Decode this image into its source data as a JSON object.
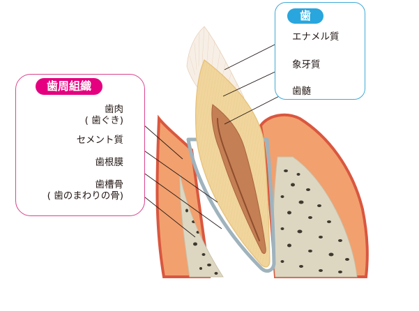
{
  "tooth_group": {
    "title": "歯",
    "labels": [
      "エナメル質",
      "象牙質",
      "歯髄"
    ]
  },
  "periodontal_group": {
    "title": "歯周組織",
    "labels": [
      {
        "lines": [
          "歯肉",
          "( 歯ぐき)"
        ]
      },
      {
        "lines": [
          "セメント質"
        ]
      },
      {
        "lines": [
          "歯根膜"
        ]
      },
      {
        "lines": [
          "歯槽骨",
          "( 歯のまわりの骨)"
        ]
      }
    ]
  },
  "colors": {
    "periodontal_accent": "#e4007f",
    "tooth_accent": "#29a6dd",
    "gum": "#f2a06e",
    "gum_edge": "#d9573f",
    "bone": "#ddd7c2",
    "enamel": "#f5d9a0",
    "dentin": "#f0d59c",
    "pulp": "#c47f55",
    "periodontal_ligament": "#9fb3bd"
  }
}
